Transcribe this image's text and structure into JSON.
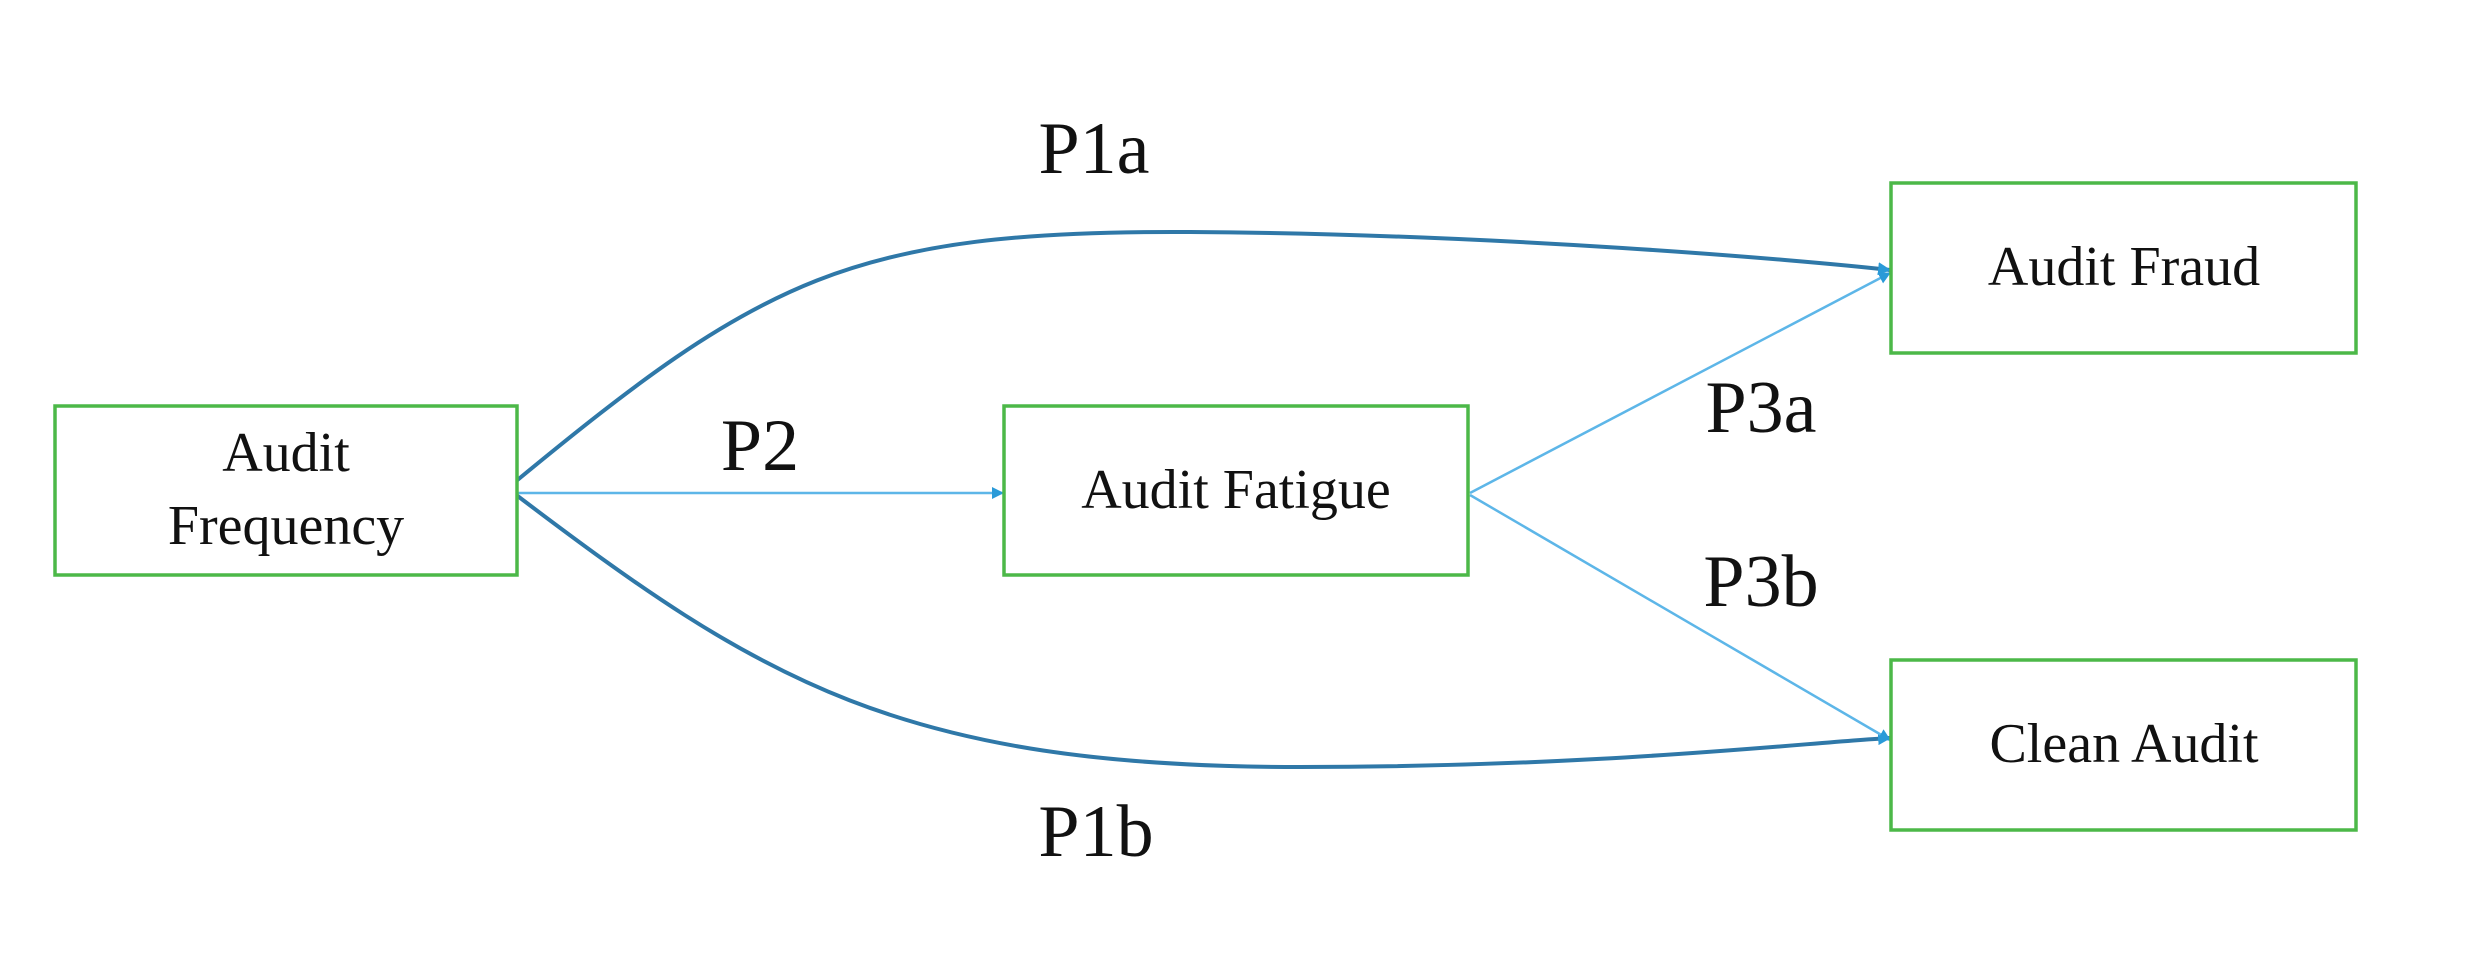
{
  "nodes": {
    "audit_frequency": {
      "line1": "Audit",
      "line2": "Frequency"
    },
    "audit_fatigue": {
      "label": "Audit Fatigue"
    },
    "audit_fraud": {
      "label": "Audit Fraud"
    },
    "clean_audit": {
      "label": "Clean Audit"
    }
  },
  "edges": {
    "p1a": {
      "label": "P1a",
      "from": "Audit Frequency",
      "to": "Audit Fraud"
    },
    "p1b": {
      "label": "P1b",
      "from": "Audit Frequency",
      "to": "Clean Audit"
    },
    "p2": {
      "label": "P2",
      "from": "Audit Frequency",
      "to": "Audit Fatigue"
    },
    "p3a": {
      "label": "P3a",
      "from": "Audit Fatigue",
      "to": "Audit Fraud"
    },
    "p3b": {
      "label": "P3b",
      "from": "Audit Fatigue",
      "to": "Clean Audit"
    }
  },
  "colors": {
    "box_border": "#4cb848",
    "curve_arrow": "#2f78a8",
    "straight_arrow": "#5db6e8",
    "text": "#111111"
  }
}
